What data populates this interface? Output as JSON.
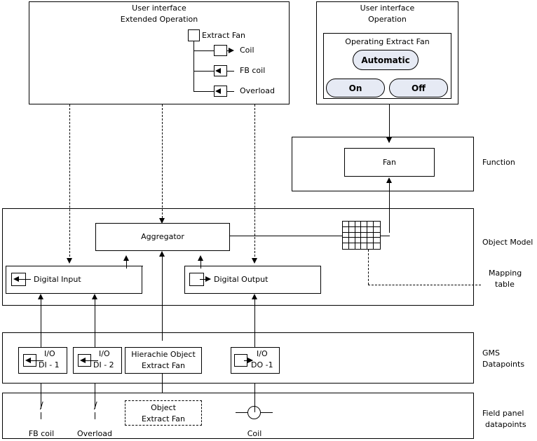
{
  "diagram": {
    "title": "Extract Fan object model layering diagram",
    "accent_button_fill": "#e6eaf4",
    "line_color": "#000000"
  },
  "ui_extended": {
    "title_line1": "User interface",
    "title_line2": "Extended Operation",
    "tree_root": "Extract Fan",
    "tree_children": [
      {
        "label": "Coil",
        "direction": "out"
      },
      {
        "label": "FB coil",
        "direction": "in"
      },
      {
        "label": "Overload",
        "direction": "in"
      }
    ]
  },
  "ui_operation": {
    "title_line1": "User interface",
    "title_line2": "Operation",
    "panel_title": "Operating Extract Fan",
    "buttons": [
      {
        "label": "Automatic"
      },
      {
        "label": "On"
      },
      {
        "label": "Off"
      }
    ]
  },
  "function_layer": {
    "layer_label": "Function",
    "block_label": "Fan"
  },
  "object_model_layer": {
    "layer_label": "Object Model",
    "mapping_label_line1": "Mapping",
    "mapping_label_line2": "table",
    "aggregator_label": "Aggregator",
    "digital_input_label": "Digital Input",
    "digital_output_label": "Digital Output",
    "mapping_grid": {
      "cols": 6,
      "rows": 5
    }
  },
  "gms_layer": {
    "layer_label_line1": "GMS",
    "layer_label_line2": "Datapoints",
    "items": [
      {
        "line1": "I/O",
        "line2": "DI - 1",
        "type": "input"
      },
      {
        "line1": "I/O",
        "line2": "DI - 2",
        "type": "input"
      },
      {
        "line1": "Hierachie Object",
        "line2": "Extract Fan",
        "type": "hierarchy"
      },
      {
        "line1": "I/O",
        "line2": "DO -1",
        "type": "output"
      }
    ]
  },
  "field_layer": {
    "layer_label_line1": "Field panel",
    "layer_label_line2": "datapoints",
    "object_box_line1": "Object",
    "object_box_line2": "Extract Fan",
    "captions": [
      {
        "label": "FB coil"
      },
      {
        "label": "Overload"
      },
      {
        "label": "Coil"
      }
    ]
  }
}
